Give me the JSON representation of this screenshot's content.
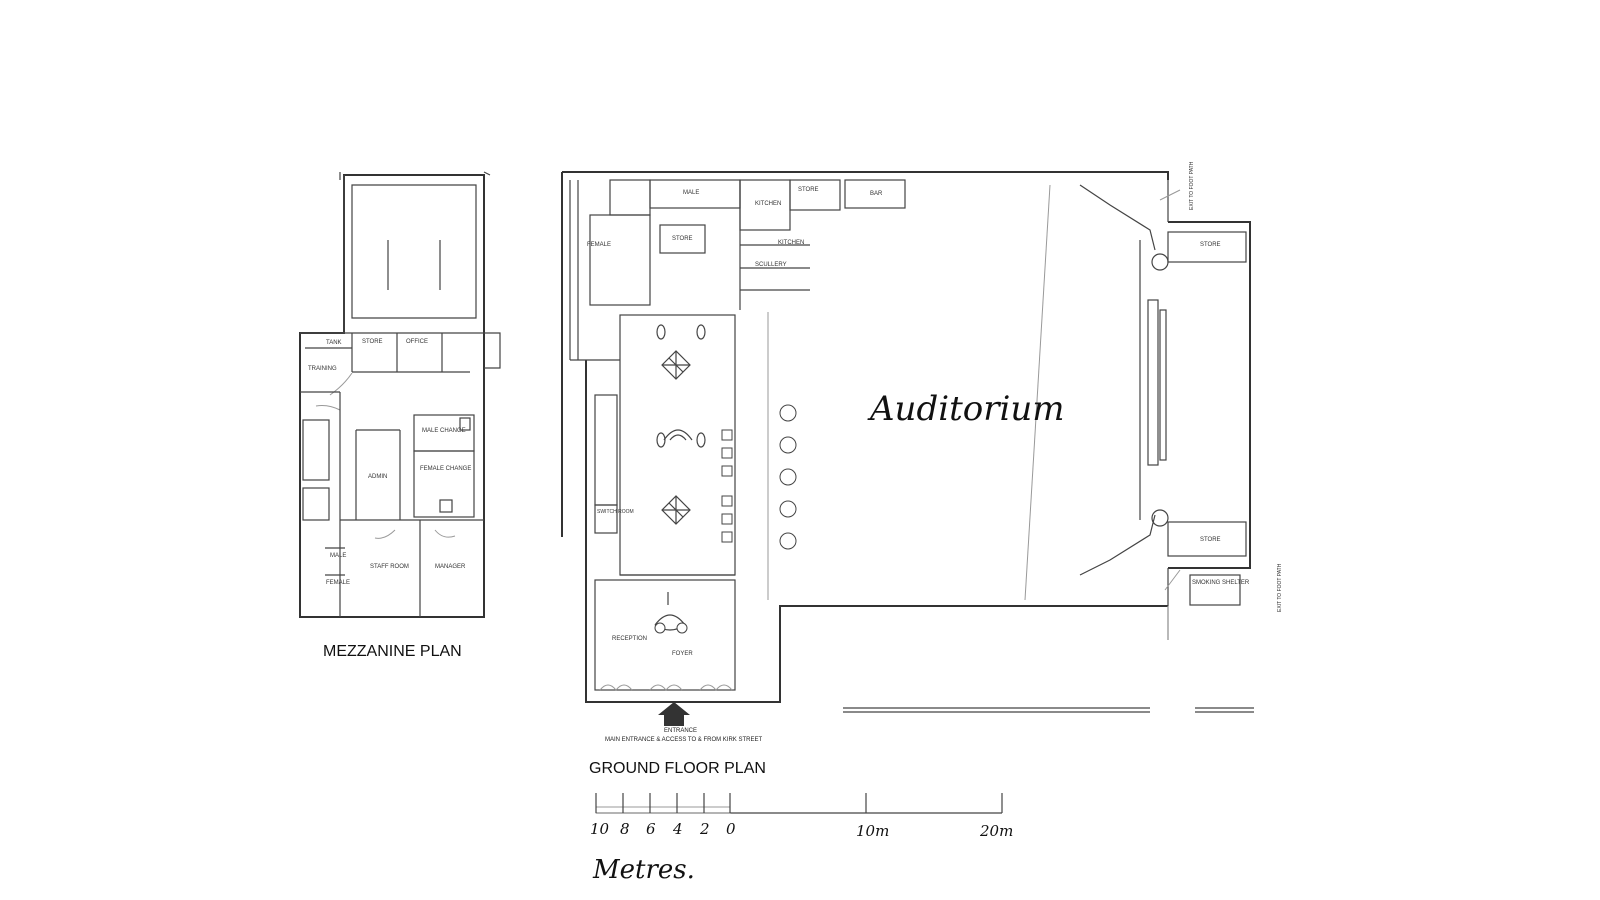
{
  "mezzanine": {
    "title": "MEZZANINE PLAN",
    "rooms": {
      "tank": "TANK",
      "store": "STORE",
      "office": "OFFICE",
      "training": "TRAINING",
      "male_change": "MALE CHANGE",
      "female_change": "FEMALE CHANGE",
      "admin": "ADMIN",
      "male": "MALE",
      "female": "FEMALE",
      "staff_room": "STAFF ROOM",
      "manager": "MANAGER"
    }
  },
  "ground": {
    "title": "GROUND FLOOR PLAN",
    "auditorium": "Auditorium",
    "rooms": {
      "male": "MALE",
      "female": "FEMALE",
      "store_top": "STORE",
      "kitchen": "KITCHEN",
      "store_kitchen": "STORE",
      "bar": "BAR",
      "kitchen2": "KITCHEN",
      "scullery": "SCULLERY",
      "store_right_top": "STORE",
      "store_right_bottom": "STORE",
      "reception": "RECEPTION",
      "foyer": "FOYER",
      "exit_top": "EXIT TO FOOT PATH",
      "exit_bottom": "EXIT TO FOOT PATH",
      "smoking_shelter": "SMOKING SHELTER",
      "switch_room": "SWITCH ROOM"
    },
    "entrance_label": "ENTRANCE",
    "main_entrance": "MAIN ENTRANCE & ACCESS TO & FROM KIRK STREET"
  },
  "scale": {
    "ticks_left": [
      "10",
      "8",
      "6",
      "4",
      "2",
      "0"
    ],
    "mark_10": "10m",
    "mark_20": "20m",
    "unit": "Metres."
  }
}
